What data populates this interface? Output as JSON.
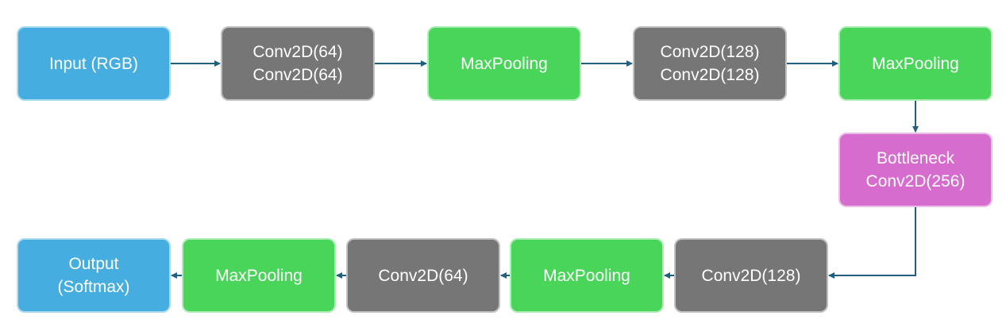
{
  "colors": {
    "input_output": "#45ade0",
    "conv": "#767676",
    "pool": "#49d45a",
    "bottleneck": "#d66ccd",
    "arrow": "#1f5f7f"
  },
  "nodes": {
    "input": {
      "lines": [
        "Input (RGB)"
      ]
    },
    "conv1": {
      "lines": [
        "Conv2D(64)",
        "Conv2D(64)"
      ]
    },
    "pool1": {
      "lines": [
        "MaxPooling"
      ]
    },
    "conv2": {
      "lines": [
        "Conv2D(128)",
        "Conv2D(128)"
      ]
    },
    "pool2": {
      "lines": [
        "MaxPooling"
      ]
    },
    "bottleneck": {
      "lines": [
        "Bottleneck",
        "Conv2D(256)"
      ]
    },
    "conv3": {
      "lines": [
        "Conv2D(128)"
      ]
    },
    "pool3": {
      "lines": [
        "MaxPooling"
      ]
    },
    "conv4": {
      "lines": [
        "Conv2D(64)"
      ]
    },
    "pool4": {
      "lines": [
        "MaxPooling"
      ]
    },
    "output": {
      "lines": [
        "Output",
        "(Softmax)"
      ]
    }
  }
}
